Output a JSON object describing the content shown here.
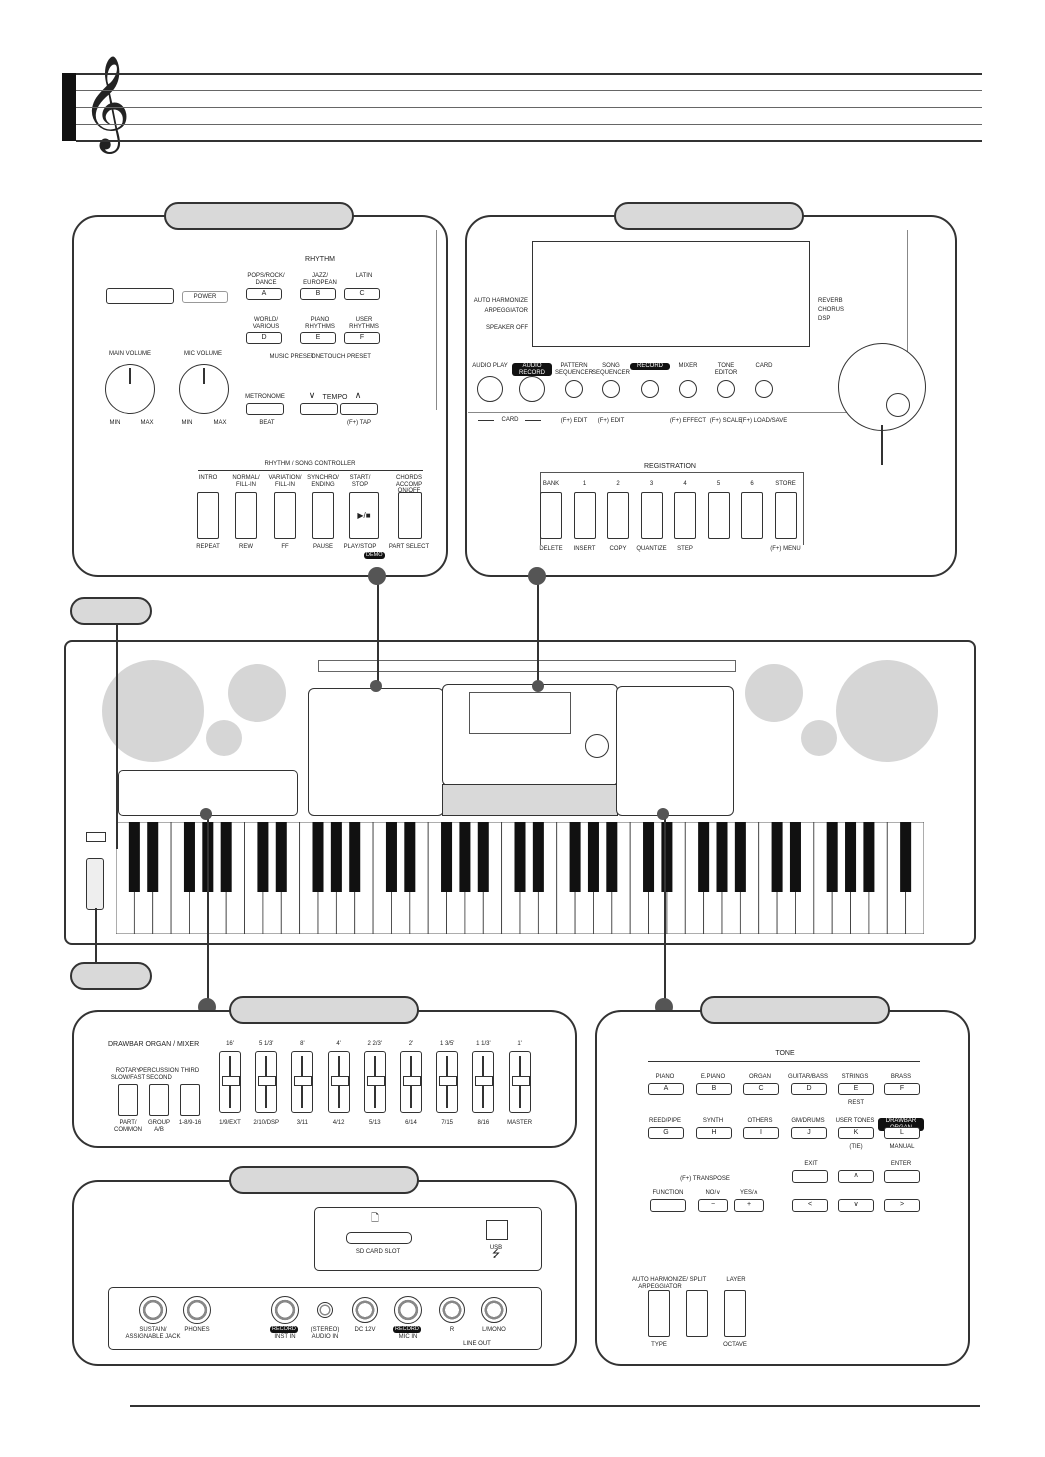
{
  "rhythm_panel": {
    "rhythm_title": "RHYTHM",
    "power_label": "POWER",
    "main_volume": "MAIN VOLUME",
    "mic_volume": "MIC VOLUME",
    "min": "MIN",
    "max": "MAX",
    "rhythm_buttons": [
      {
        "name": "POPS/ROCK/\nDANCE",
        "key": "A"
      },
      {
        "name": "JAZZ/\nEUROPEAN",
        "key": "B"
      },
      {
        "name": "LATIN",
        "key": "C"
      },
      {
        "name": "WORLD/\nVARIOUS",
        "key": "D"
      },
      {
        "name": "PIANO\nRHYTHMS",
        "key": "E"
      },
      {
        "name": "USER\nRHYTHMS",
        "key": "F"
      }
    ],
    "music_preset": "MUSIC PRESET",
    "onetouch_preset": "ONETOUCH PRESET",
    "metronome": "METRONOME",
    "beat": "BEAT",
    "tempo": "TEMPO",
    "tap": "(F+) TAP",
    "controller_title": "RHYTHM / SONG CONTROLLER",
    "controller_buttons": [
      {
        "top": "INTRO",
        "bottom": "REPEAT"
      },
      {
        "top": "NORMAL/\nFILL-IN",
        "bottom": "REW"
      },
      {
        "top": "VARIATION/\nFILL-IN",
        "bottom": "FF"
      },
      {
        "top": "SYNCHRO/\nENDING",
        "bottom": "PAUSE"
      },
      {
        "top": "START/\nSTOP",
        "bottom": "PLAY/STOP"
      },
      {
        "top": "CHORDS\nACCOMP ON/OFF",
        "bottom": "PART SELECT"
      }
    ],
    "demo": "DEMO"
  },
  "display_panel": {
    "left_labels": [
      "AUTO HARMONIZE",
      "ARPEGGIATOR",
      "SPEAKER OFF"
    ],
    "right_labels": [
      "REVERB",
      "CHORUS",
      "DSP"
    ],
    "buttons": [
      {
        "top": "AUDIO PLAY",
        "bottom": ""
      },
      {
        "top": "AUDIO RECORD",
        "bottom": ""
      },
      {
        "top": "PATTERN\nSEQUENCER",
        "bottom": "(F+) EDIT"
      },
      {
        "top": "SONG\nSEQUENCER",
        "bottom": "(F+) EDIT"
      },
      {
        "top": "RECORD",
        "bottom": ""
      },
      {
        "top": "MIXER",
        "bottom": "(F+) EFFECT"
      },
      {
        "top": "TONE\nEDITOR",
        "bottom": "(F+) SCALE"
      },
      {
        "top": "CARD",
        "bottom": "(F+) LOAD/SAVE"
      }
    ],
    "card_label": "CARD",
    "registration_title": "REGISTRATION",
    "registration_buttons": [
      {
        "top": "BANK",
        "bottom": "DELETE"
      },
      {
        "top": "1",
        "bottom": "INSERT"
      },
      {
        "top": "2",
        "bottom": "COPY"
      },
      {
        "top": "3",
        "bottom": "QUANTIZE"
      },
      {
        "top": "4",
        "bottom": "STEP"
      },
      {
        "top": "5",
        "bottom": ""
      },
      {
        "top": "6",
        "bottom": ""
      },
      {
        "top": "STORE",
        "bottom": "(F+) MENU"
      }
    ]
  },
  "drawbar_panel": {
    "title": "DRAWBAR ORGAN / MIXER",
    "buttons": [
      {
        "top": "ROTARY\nSLOW/FAST",
        "bottom": "PART/\nCOMMON"
      },
      {
        "top": "PERCUSSION\nSECOND",
        "bottom": "GROUP\nA/B"
      },
      {
        "top": "THIRD",
        "bottom": "1-8/9-16"
      }
    ],
    "drawbars": [
      {
        "top": "16'",
        "bottom": "1/9/EXT"
      },
      {
        "top": "5 1/3'",
        "bottom": "2/10/DSP"
      },
      {
        "top": "8'",
        "bottom": "3/11"
      },
      {
        "top": "4'",
        "bottom": "4/12"
      },
      {
        "top": "2 2/3'",
        "bottom": "5/13"
      },
      {
        "top": "2'",
        "bottom": "6/14"
      },
      {
        "top": "1 3/5'",
        "bottom": "7/15"
      },
      {
        "top": "1 1/3'",
        "bottom": "8/16"
      },
      {
        "top": "1'",
        "bottom": "MASTER"
      }
    ]
  },
  "back_panel": {
    "sd_slot": "SD CARD SLOT",
    "usb": "USB",
    "jacks": [
      {
        "label": "SUSTAIN/\nASSIGNABLE JACK"
      },
      {
        "label": "PHONES"
      },
      {
        "label": "INST IN",
        "badge": "RECORD"
      },
      {
        "label": "(STEREO)\nAUDIO IN"
      },
      {
        "label": "DC 12V"
      },
      {
        "label": "MIC IN",
        "badge": "RECORD"
      },
      {
        "label": "R"
      },
      {
        "label": "L/MONO"
      }
    ],
    "line_out": "LINE OUT"
  },
  "tone_panel": {
    "title": "TONE",
    "row1": [
      {
        "name": "PIANO",
        "key": "A"
      },
      {
        "name": "E.PIANO",
        "key": "B"
      },
      {
        "name": "ORGAN",
        "key": "C"
      },
      {
        "name": "GUITAR/BASS",
        "key": "D"
      },
      {
        "name": "STRINGS",
        "key": "E",
        "sub": "REST"
      },
      {
        "name": "BRASS",
        "key": "F"
      }
    ],
    "row2": [
      {
        "name": "REED/PIPE",
        "key": "G"
      },
      {
        "name": "SYNTH",
        "key": "H"
      },
      {
        "name": "OTHERS",
        "key": "I"
      },
      {
        "name": "GM/DRUMS",
        "key": "J"
      },
      {
        "name": "USER TONES",
        "key": "K",
        "sub": "(TIE)"
      },
      {
        "name": "DRAWBAR ORGAN",
        "key": "L",
        "sub": "MANUAL"
      }
    ],
    "transpose": "(F+) TRANSPOSE",
    "function": "FUNCTION",
    "no": "NO/∨",
    "yes": "YES/∧",
    "exit": "EXIT",
    "enter": "ENTER",
    "bottom_buttons": [
      {
        "top": "AUTO HARMONIZE/\nARPEGGIATOR",
        "bottom": "TYPE"
      },
      {
        "top": "SPLIT",
        "bottom": ""
      },
      {
        "top": "LAYER",
        "bottom": "OCTAVE"
      }
    ]
  }
}
